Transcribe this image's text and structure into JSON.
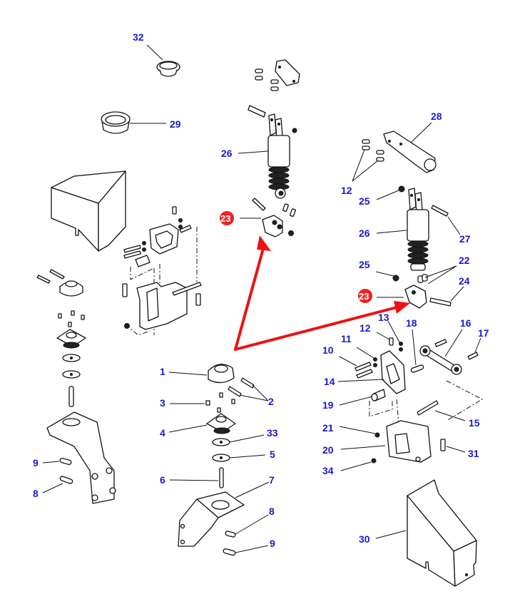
{
  "diagram": {
    "type": "exploded-parts-view",
    "label_color": "#1a1acc",
    "highlight_color": "#ee2222",
    "callouts": [
      {
        "id": "32",
        "text": "32"
      },
      {
        "id": "29",
        "text": "29"
      },
      {
        "id": "26a",
        "text": "26"
      },
      {
        "id": "23a",
        "text": "23",
        "highlighted": true
      },
      {
        "id": "28",
        "text": "28"
      },
      {
        "id": "12a",
        "text": "12"
      },
      {
        "id": "25a",
        "text": "25"
      },
      {
        "id": "26b",
        "text": "26"
      },
      {
        "id": "27",
        "text": "27"
      },
      {
        "id": "25b",
        "text": "25"
      },
      {
        "id": "22",
        "text": "22"
      },
      {
        "id": "23b",
        "text": "23",
        "highlighted": true
      },
      {
        "id": "24",
        "text": "24"
      },
      {
        "id": "13",
        "text": "13"
      },
      {
        "id": "12b",
        "text": "12"
      },
      {
        "id": "18",
        "text": "18"
      },
      {
        "id": "16",
        "text": "16"
      },
      {
        "id": "17",
        "text": "17"
      },
      {
        "id": "11",
        "text": "11"
      },
      {
        "id": "10",
        "text": "10"
      },
      {
        "id": "14",
        "text": "14"
      },
      {
        "id": "19",
        "text": "19"
      },
      {
        "id": "15",
        "text": "15"
      },
      {
        "id": "21",
        "text": "21"
      },
      {
        "id": "20",
        "text": "20"
      },
      {
        "id": "31",
        "text": "31"
      },
      {
        "id": "34",
        "text": "34"
      },
      {
        "id": "30",
        "text": "30"
      },
      {
        "id": "1",
        "text": "1"
      },
      {
        "id": "2",
        "text": "2"
      },
      {
        "id": "3",
        "text": "3"
      },
      {
        "id": "4",
        "text": "4"
      },
      {
        "id": "33",
        "text": "33"
      },
      {
        "id": "5",
        "text": "5"
      },
      {
        "id": "6",
        "text": "6"
      },
      {
        "id": "7",
        "text": "7"
      },
      {
        "id": "8a",
        "text": "8"
      },
      {
        "id": "9a",
        "text": "9"
      },
      {
        "id": "8b",
        "text": "8"
      },
      {
        "id": "9b",
        "text": "9"
      }
    ],
    "parts": [
      {
        "name": "cap-plug",
        "callout": "32"
      },
      {
        "name": "bushing-cup",
        "callout": "29"
      },
      {
        "name": "shock-absorber-left",
        "callout": "26"
      },
      {
        "name": "lower-bracket-left",
        "callout": "23"
      },
      {
        "name": "upper-arm",
        "callout": "28"
      },
      {
        "name": "shock-absorber-right",
        "callout": "26"
      },
      {
        "name": "lower-bracket-right",
        "callout": "23"
      },
      {
        "name": "cover-panel",
        "callout": "30"
      },
      {
        "name": "mounting-bracket",
        "callout": "7"
      }
    ]
  }
}
